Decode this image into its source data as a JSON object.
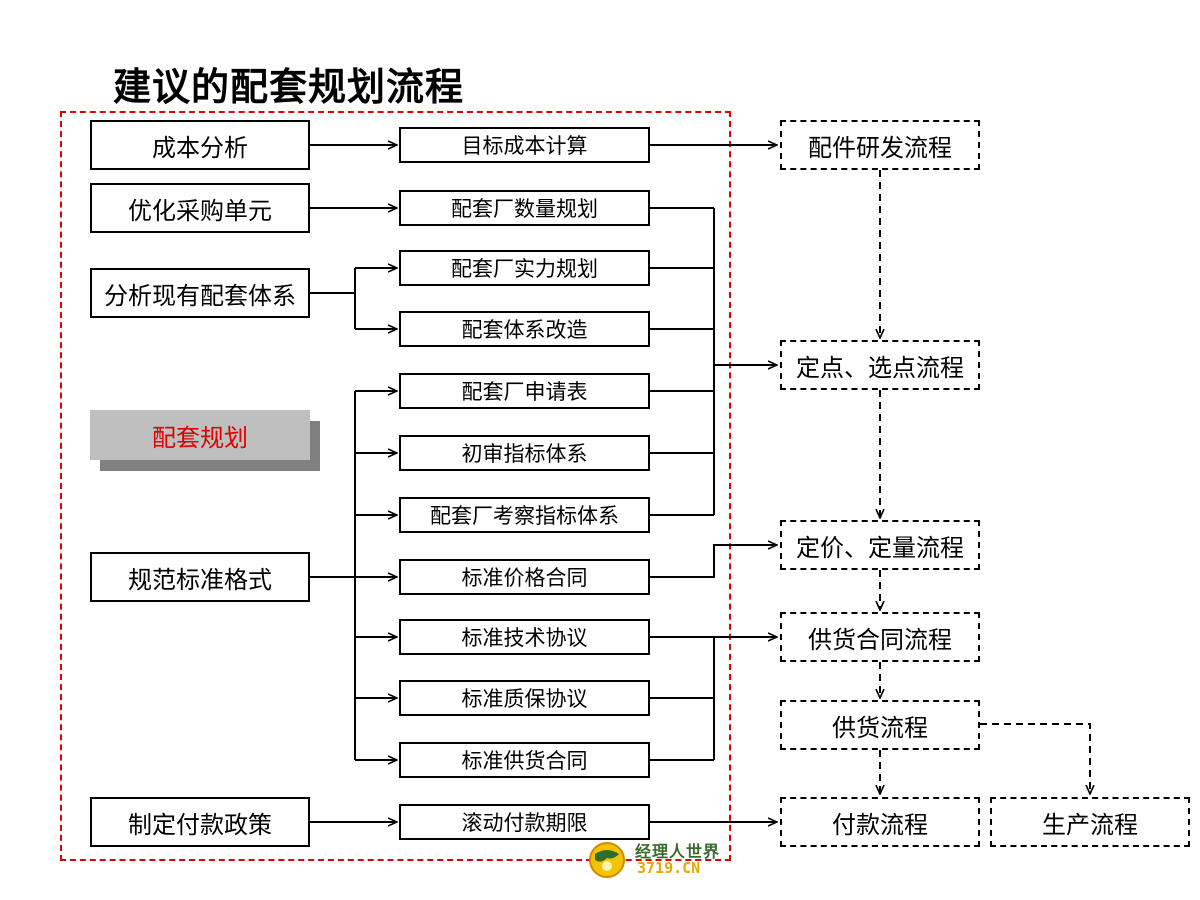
{
  "title": "建议的配套规划流程",
  "left": {
    "cost_analysis": "成本分析",
    "optimize_purchase": "优化采购单元",
    "analyze_system": "分析现有配套体系",
    "planning": "配套规划",
    "standard_format": "规范标准格式",
    "payment_policy": "制定付款政策"
  },
  "middle": {
    "target_cost": "目标成本计算",
    "supplier_quantity": "配套厂数量规划",
    "supplier_strength": "配套厂实力规划",
    "system_reform": "配套体系改造",
    "supplier_application": "配套厂申请表",
    "initial_review": "初审指标体系",
    "supplier_inspection": "配套厂考察指标体系",
    "std_price_contract": "标准价格合同",
    "std_tech_agreement": "标准技术协议",
    "std_quality_agreement": "标准质保协议",
    "std_supply_contract": "标准供货合同",
    "rolling_payment": "滚动付款期限"
  },
  "right": {
    "parts_rd": "配件研发流程",
    "fixed_point": "定点、选点流程",
    "pricing": "定价、定量流程",
    "supply_contract": "供货合同流程",
    "supply": "供货流程",
    "payment": "付款流程",
    "production": "生产流程"
  },
  "watermark": {
    "line1": "经理人世界",
    "line2": "3719.CN"
  },
  "colors": {
    "frame": "#e00000",
    "planning_text": "#e00000",
    "planning_bg": "#bfbfbf",
    "planning_shadow": "#808080"
  }
}
